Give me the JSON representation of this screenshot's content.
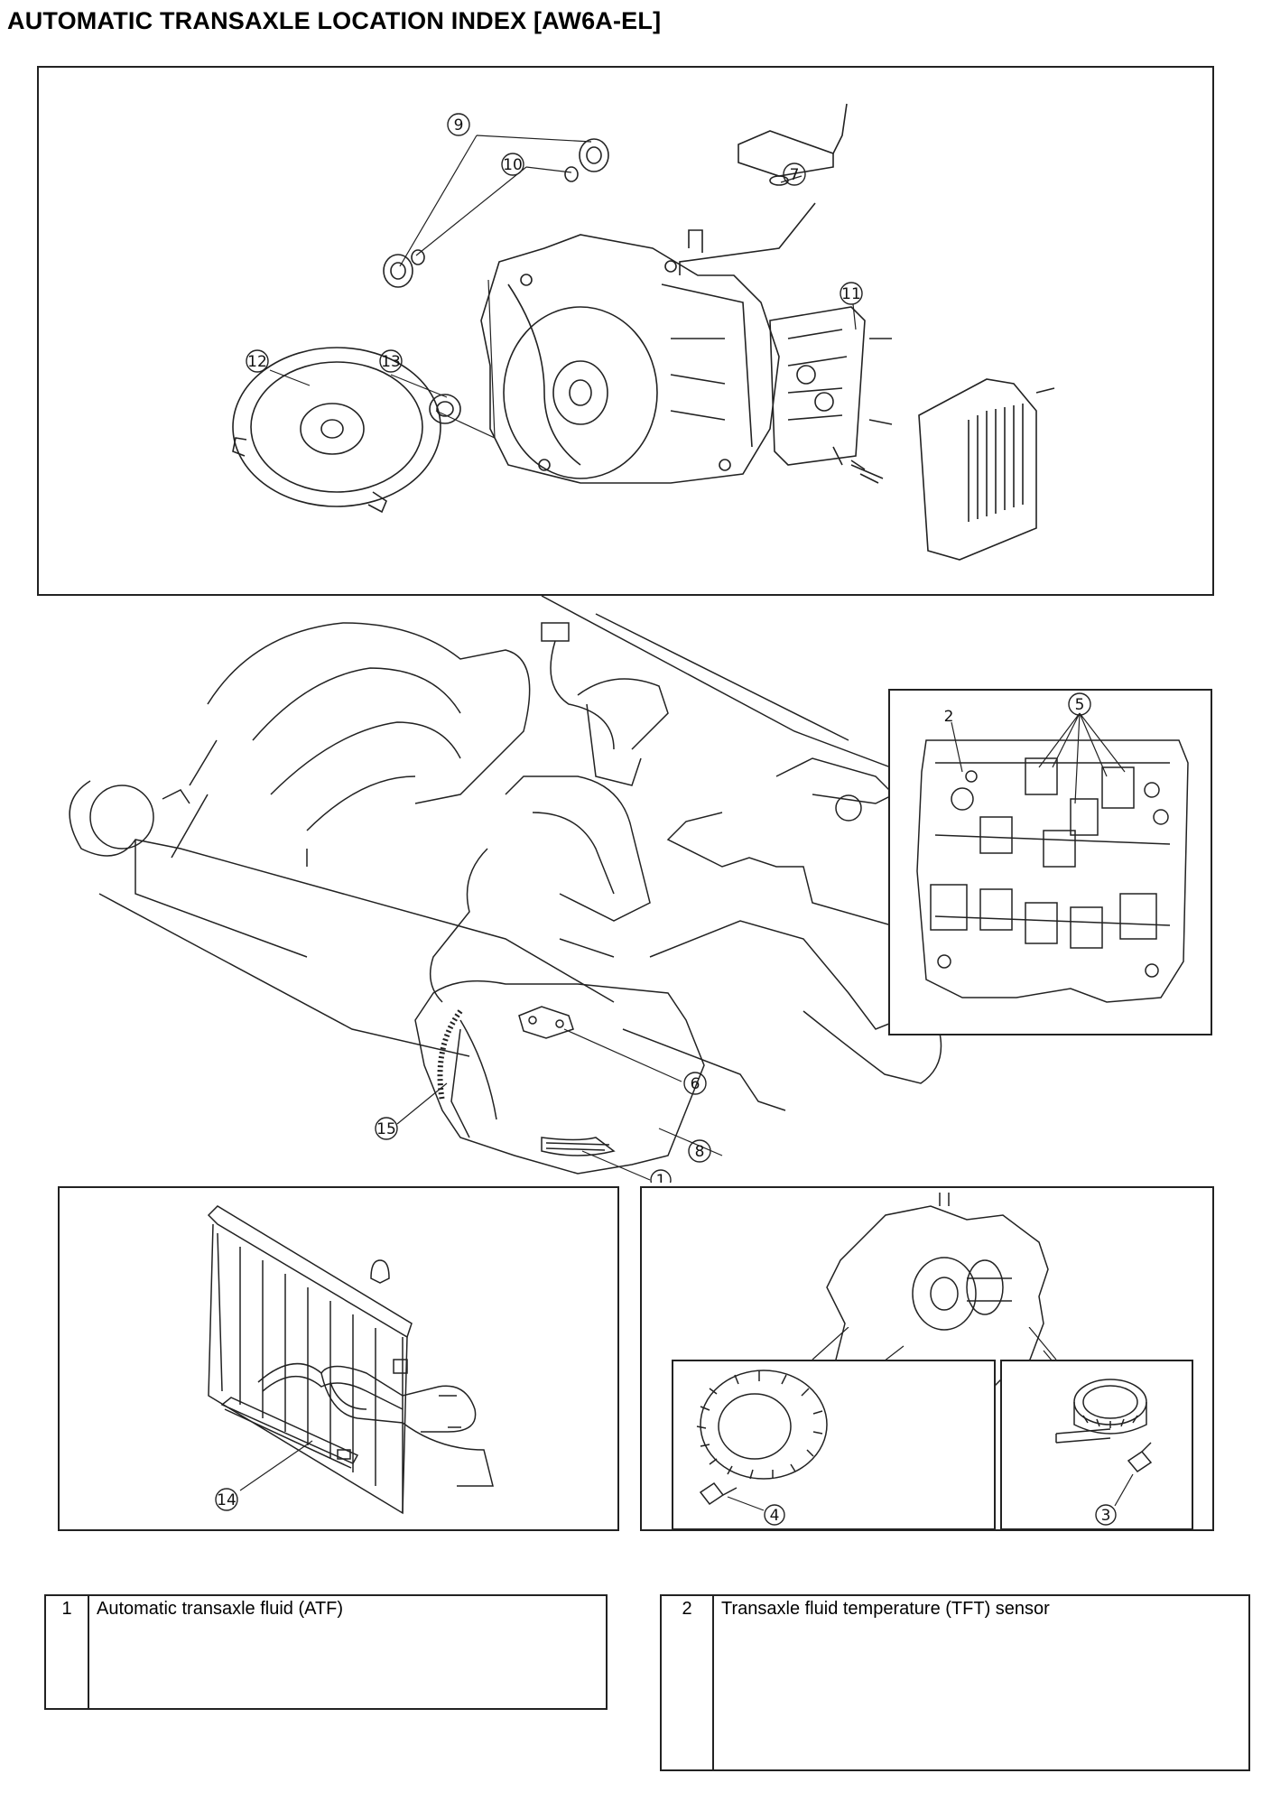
{
  "page": {
    "title": "AUTOMATIC TRANSAXLE LOCATION INDEX [AW6A-EL]"
  },
  "callouts": {
    "c1": "1",
    "c2": "2",
    "c3": "3",
    "c4": "4",
    "c5": "5",
    "c6": "6",
    "c7": "7",
    "c8": "8",
    "c9": "9",
    "c10": "10",
    "c11": "11",
    "c12": "12",
    "c13": "13",
    "c14": "14",
    "c15": "15"
  },
  "legend": [
    {
      "number": "1",
      "label": "Automatic transaxle fluid (ATF)"
    },
    {
      "number": "2",
      "label": "Transaxle fluid temperature (TFT) sensor"
    }
  ]
}
